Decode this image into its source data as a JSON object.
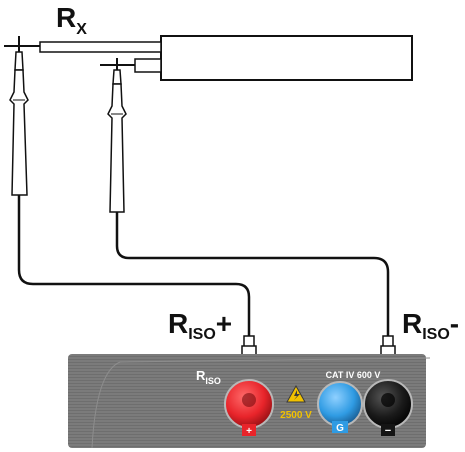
{
  "labels": {
    "rx_main": "R",
    "rx_sub": "X",
    "riso_plus_main": "R",
    "riso_plus_sub": "ISO",
    "riso_plus_sign": "+",
    "riso_minus_main": "R",
    "riso_minus_sub": "ISO",
    "riso_minus_sign": "-"
  },
  "meter_panel": {
    "riso_main": "R",
    "riso_sub": "ISO",
    "cat_rating": "CAT IV 600 V",
    "voltage_warning": "2500 V",
    "terminal_plus_sign": "+",
    "terminal_g_label": "G",
    "terminal_minus_sign": "−"
  },
  "colors": {
    "panel": "#7d7d7d",
    "terminal_plus": "#e8242a",
    "terminal_guard": "#2f9be3",
    "terminal_minus": "#141414",
    "warning_text": "#f2c200",
    "lead_wire": "#111111"
  }
}
